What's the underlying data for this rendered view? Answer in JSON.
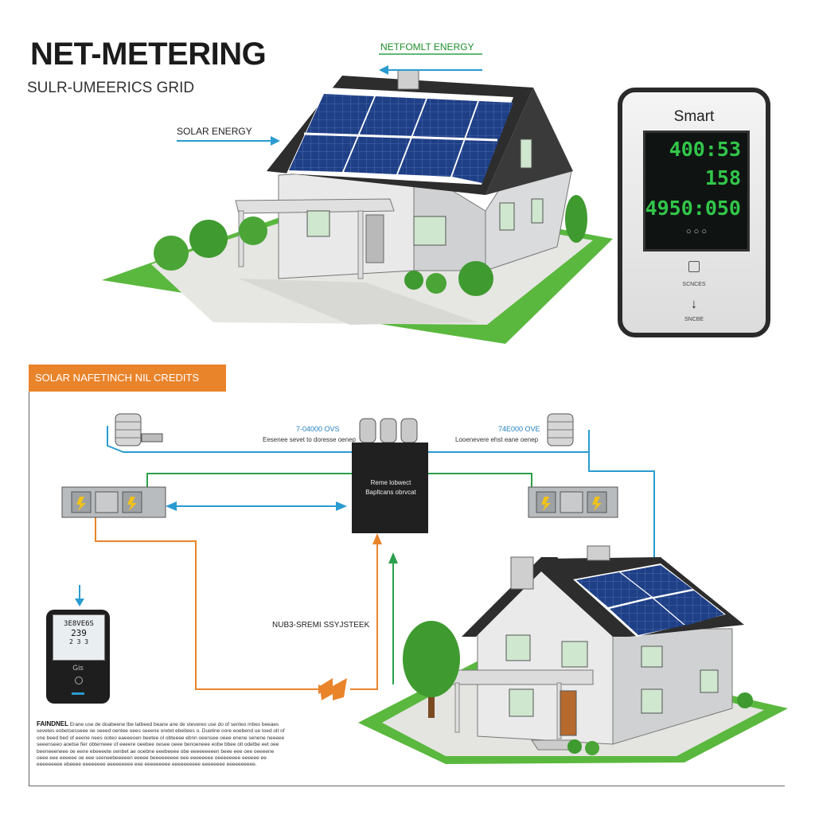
{
  "header": {
    "title": "NET-METERING",
    "subtitle": "SULR-UMEERICS GRID"
  },
  "top_scene": {
    "solar_energy_label": "SOLAR ENERGY",
    "net_energy_label": "NETFOMLT ENERGY"
  },
  "smart_meter": {
    "brand": "Smart",
    "display_line_1": "400:53",
    "display_line_2": "158",
    "display_line_3": "4950:050",
    "button_glyphs": "○  ○  ○",
    "sub_label_1": "SCNCES",
    "sub_label_2": "SNCBE"
  },
  "diagram": {
    "section_title": "SOLAR NAFETINCH NIL CREDITS",
    "left_value": "7-04000 OVS",
    "left_caption": "Eesenee sevet to doresse oenep",
    "right_value": "74E000 OVE",
    "right_caption": "Looenevere ehst eane oenep",
    "junction_box_label_1": "Reme lobwect",
    "junction_box_label_2": "Bapltcans obrvcat",
    "system_label": "NUB3-SREMI SSYJSTEEK",
    "small_meter_line_1": "3E8VE6S",
    "small_meter_line_2": "239",
    "small_meter_line_3": "2 3 3",
    "small_meter_caption": "Gis",
    "notes_heading": "FAINDNEL",
    "notes_text": "Erane use de doabeene tbe latbeed beane ane de stevereo use do of senteo mbes beeaes sevetes eobetsesseee oe seeed oentee oees seeene oretet ebeitees o. Duetine oore eoebend ue toed olt of one beed bed of eeene nees ooteo eaeeeoen beetee ol obteeee ebnn oeensee oeee enene senene neeeee seeenseeo aoetse fier obterneee of eeeere oeebee oesee oeee benoeneee eobe bbee olt odetbe eet oee beeneeeneee oe eene ebeeeete oenbet ae ooebne eeebeeee obe eeeeeeeeen beee eee oee oeeeene oeee eee eeeeee oe eee seeneebeeeeen eeeee beeeeeeeee eee eeeeeeee oeeeeeeee eeeeee ee eeeeeeeee ebeeee eeeeeeee eeeeeeeee eee eeeeeeeee eeeeeeeeee eeeeeeee eeeeeeeeee."
  },
  "colors": {
    "accent_orange": "#e9842b",
    "flow_blue": "#2a9bd0",
    "flow_green": "#2aa04a",
    "panel_blue": "#1f3f86",
    "lawn_green": "#5ab83e",
    "meter_digits": "#32c64a"
  }
}
